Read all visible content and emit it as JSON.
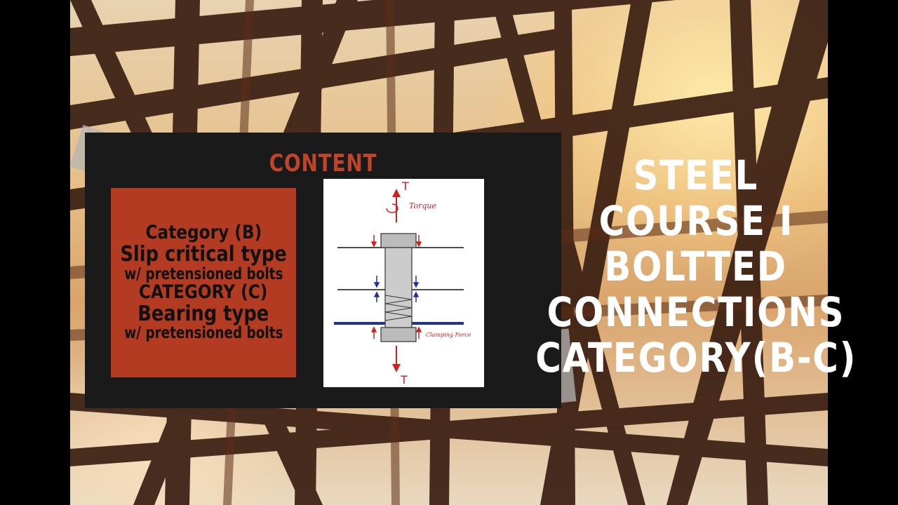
{
  "content_title": "CONTENT",
  "categories": [
    {
      "text": "Category (B)",
      "style": "head"
    },
    {
      "text": "Slip critical type",
      "style": "type"
    },
    {
      "text": "w/ pretensioned bolts",
      "style": "sub"
    },
    {
      "text": "CATEGORY (C)",
      "style": "head"
    },
    {
      "text": "Bearing type",
      "style": "type"
    },
    {
      "text": "w/ pretensioned bolts",
      "style": "sub"
    }
  ],
  "diagram": {
    "torque_label": "Torque",
    "clamp_label": "Clamping Force",
    "tension_symbol": "T"
  },
  "title_lines": [
    "STEEL",
    "COURSE I",
    "BOLTTED",
    "CONNECTIONS",
    "CATEGORY(B-C)"
  ],
  "colors": {
    "accent": "#b23b22",
    "panel": "#1a1a1a",
    "title": "#ffffff",
    "arrow_red": "#d02020",
    "arrow_blue": "#2030a0"
  }
}
